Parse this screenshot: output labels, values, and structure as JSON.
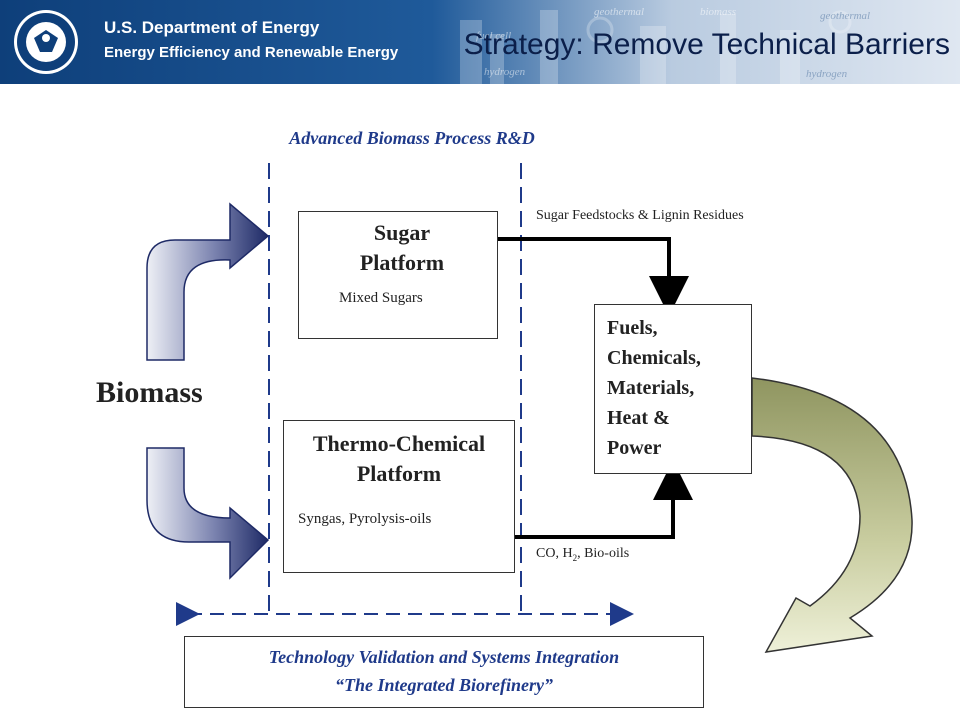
{
  "header": {
    "org_line1": "U.S. Department of Energy",
    "org_line2": "Energy Efficiency and Renewable Energy",
    "title": "Strategy: Remove Technical  Barriers",
    "background_words": [
      "geothermal",
      "biomass",
      "fuel cell",
      "hydrogen"
    ],
    "colors": {
      "bar": "#0e3f7a",
      "title": "#0b1f4a"
    }
  },
  "diagram": {
    "rd_title": "Advanced Biomass Process R&D",
    "biomass": "Biomass",
    "sugar_platform": {
      "title_line1": "Sugar",
      "title_line2": "Platform",
      "product": "Mixed Sugars"
    },
    "thermo_platform": {
      "title_line1": "Thermo-Chemical",
      "title_line2": "Platform",
      "product": "Syngas, Pyrolysis-oils"
    },
    "fuels_box": [
      "Fuels,",
      "Chemicals,",
      "Materials,",
      "Heat &",
      "Power"
    ],
    "sugar_feedstocks_label": "Sugar Feedstocks & Lignin Residues",
    "co_label": {
      "prefix": "CO, H",
      "sub": "2",
      "suffix": ", Bio-oils"
    },
    "tech_validation": {
      "line1": "Technology Validation and Systems Integration",
      "line2": "“The Integrated Biorefinery”"
    },
    "colors": {
      "dashed": "#1f3a8a",
      "biomass_arrows": "#2e3a78",
      "cycle_arrow": "#9aa06a",
      "connector": "#000000"
    }
  }
}
